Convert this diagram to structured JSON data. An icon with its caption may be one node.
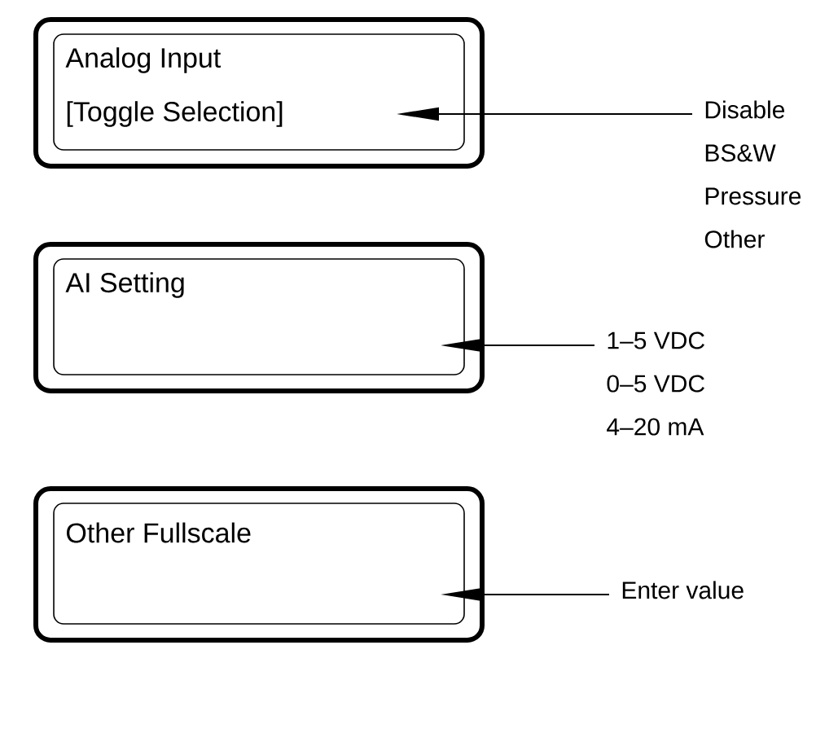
{
  "diagram": {
    "nodes": [
      {
        "text": [
          "Analog Input",
          "[Toggle Selection]"
        ]
      },
      {
        "text": [
          "Disable",
          "BS&W",
          "Pressure",
          "Other"
        ]
      },
      {
        "text": [
          "AI Setting"
        ]
      },
      {
        "text": [
          "1–5 VDC",
          "0–5 VDC",
          "4–20 mA"
        ]
      },
      {
        "text": [
          "Other Fullscale"
        ]
      },
      {
        "text": [
          "Enter value"
        ]
      }
    ],
    "edges": [
      {
        "from": 1,
        "to": 0,
        "arrow": "to"
      },
      {
        "from": 3,
        "to": 2,
        "arrow": "to"
      },
      {
        "from": 5,
        "to": 4,
        "arrow": "to"
      }
    ]
  }
}
